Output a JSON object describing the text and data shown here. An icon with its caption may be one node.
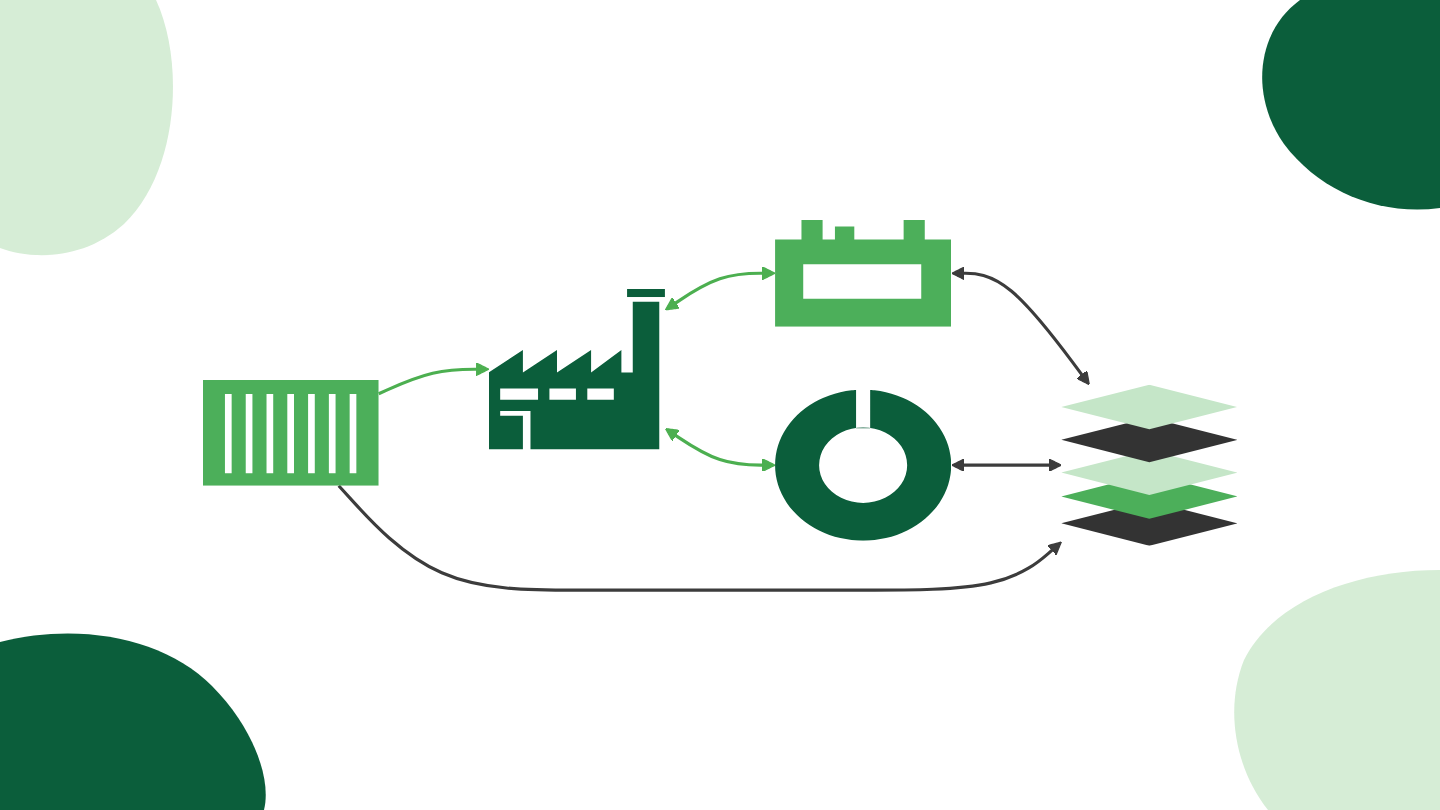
{
  "diagram": {
    "nodes": [
      {
        "text": [],
        "shape": "picture"
      },
      {
        "text": [],
        "shape": "picture"
      },
      {
        "text": [],
        "shape": "picture"
      },
      {
        "text": [],
        "shape": "picture"
      },
      {
        "text": [],
        "shape": "picture"
      }
    ],
    "edges": [
      {
        "from": 1,
        "to": 0,
        "arrow": "both",
        "color": "#4caf50"
      },
      {
        "from": 0,
        "to": 3,
        "arrow": "both",
        "color": "#3c3c3c"
      },
      {
        "from": 2,
        "to": 1,
        "arrow": "to",
        "color": "#4caf50"
      },
      {
        "from": 2,
        "to": 3,
        "arrow": "to",
        "color": "#3c3c3c"
      },
      {
        "from": 1,
        "to": 4,
        "arrow": "both",
        "color": "#4caf50"
      },
      {
        "from": 4,
        "to": 3,
        "arrow": "both",
        "color": "#3c3c3c"
      }
    ]
  }
}
